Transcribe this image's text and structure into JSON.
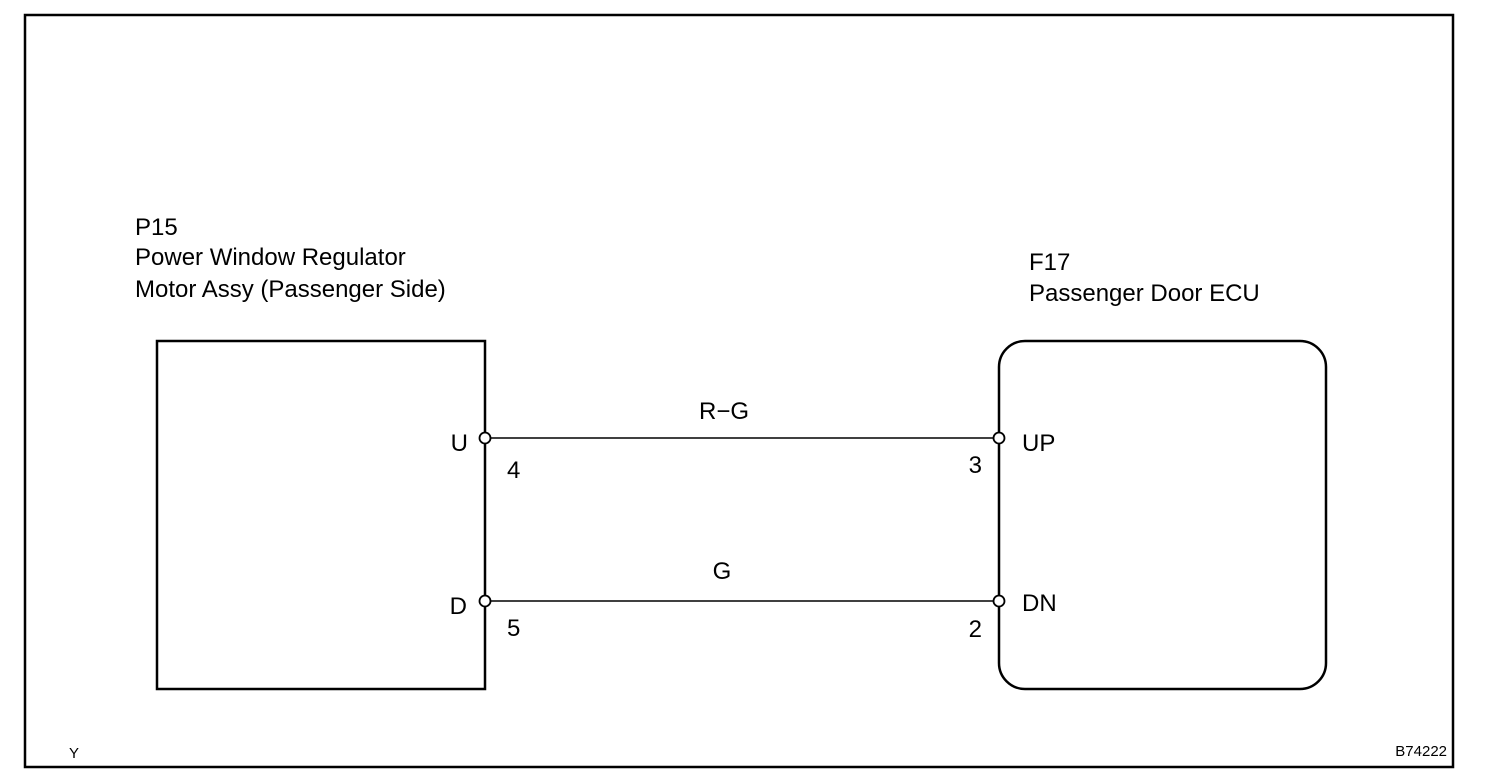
{
  "colors": {
    "line": "#000000",
    "background": "#ffffff"
  },
  "components": {
    "motor": {
      "code": "P15",
      "name_line1": "Power Window Regulator",
      "name_line2": "Motor Assy (Passenger Side)"
    },
    "ecu": {
      "code": "F17",
      "name": "Passenger Door ECU"
    }
  },
  "wires": [
    {
      "color_code": "R−G",
      "from_terminal": "U",
      "from_pin": "4",
      "to_terminal": "UP",
      "to_pin": "3"
    },
    {
      "color_code": "G",
      "from_terminal": "D",
      "from_pin": "5",
      "to_terminal": "DN",
      "to_pin": "2"
    }
  ],
  "footer": {
    "left": "Y",
    "right": "B74222"
  }
}
